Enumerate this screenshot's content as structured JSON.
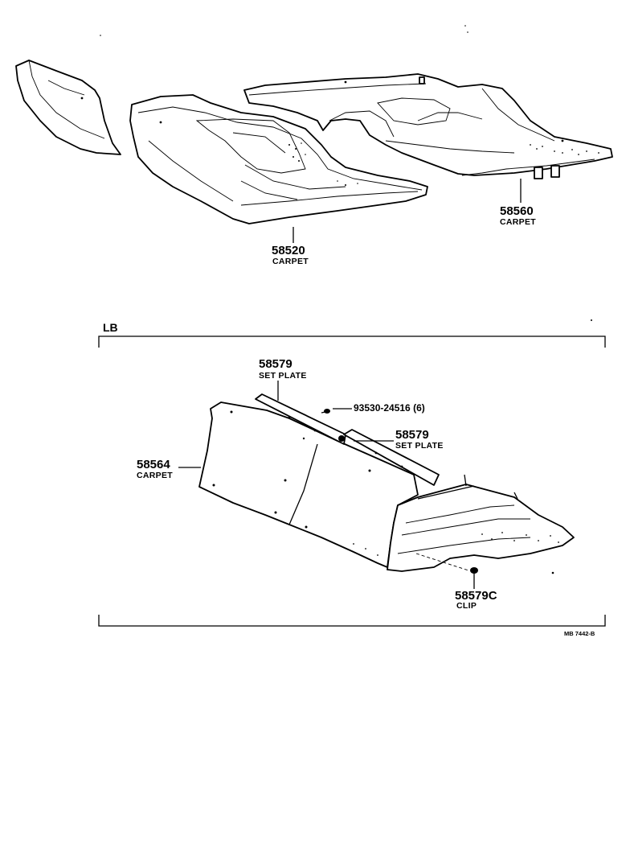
{
  "parts": {
    "front_carpet": {
      "number": "58520",
      "name": "CARPET"
    },
    "rear_carpet": {
      "number": "58560",
      "name": "CARPET"
    },
    "lb_carpet": {
      "number": "58564",
      "name": "CARPET"
    },
    "set_plate_1": {
      "number": "58579",
      "name": "SET PLATE"
    },
    "set_plate_2": {
      "number": "58579",
      "name": "SET PLATE"
    },
    "bolt": {
      "number": "93530-24516 (6)"
    },
    "clip": {
      "number": "58579C",
      "name": "CLIP"
    }
  },
  "variant_label": "LB",
  "drawing_code": "MB  7442-B"
}
